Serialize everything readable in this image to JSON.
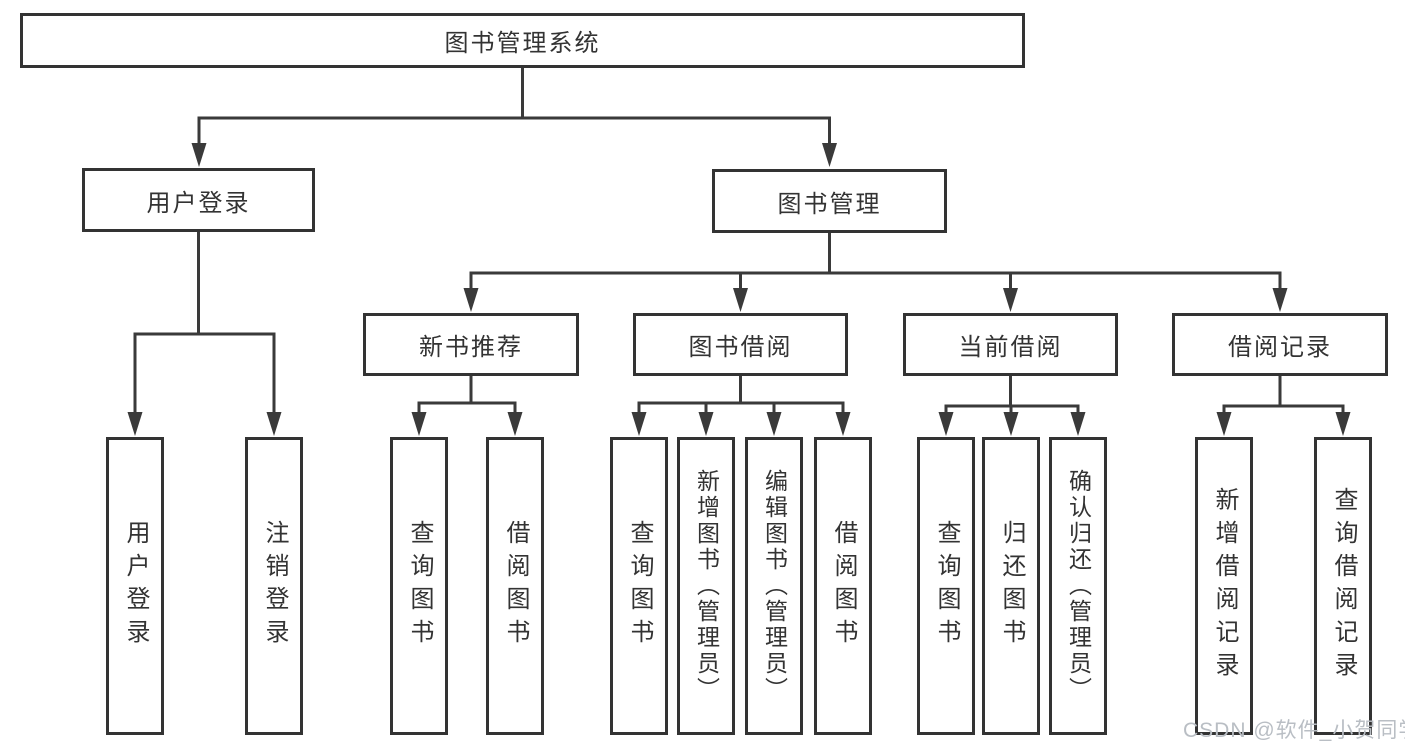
{
  "diagram": {
    "title_node": {
      "label": "图书管理系统"
    },
    "level2": [
      {
        "label": "用户登录"
      },
      {
        "label": "图书管理"
      }
    ],
    "level3": [
      {
        "label": "新书推荐"
      },
      {
        "label": "图书借阅"
      },
      {
        "label": "当前借阅"
      },
      {
        "label": "借阅记录"
      }
    ],
    "leaves": [
      {
        "label": "用户登录"
      },
      {
        "label": "注销登录"
      },
      {
        "label": "查询图书"
      },
      {
        "label": "借阅图书"
      },
      {
        "label": "查询图书"
      },
      {
        "label": "新增图书（管理员）"
      },
      {
        "label": "编辑图书（管理员）"
      },
      {
        "label": "借阅图书"
      },
      {
        "label": "查询图书"
      },
      {
        "label": "归还图书"
      },
      {
        "label": "确认归还（管理员）"
      },
      {
        "label": "新增借阅记录"
      },
      {
        "label": "查询借阅记录"
      }
    ],
    "watermark": "CSDN @软件_小贺同学",
    "colors": {
      "line": "#3a3a3a",
      "text": "#333333",
      "watermark": "#b9bec4",
      "background": "#ffffff"
    }
  }
}
